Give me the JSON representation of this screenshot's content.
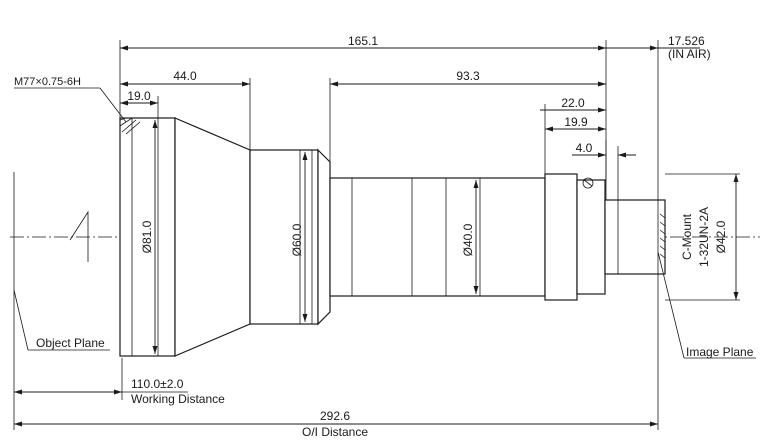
{
  "dimensions": {
    "overall_length": "165.1",
    "back_focal": "17.526",
    "back_focal_note": "(IN AIR)",
    "front_section_length": "44.0",
    "front_thread_depth": "19.0",
    "rear_section_length": "93.3",
    "rear_length_a": "22.0",
    "rear_length_b": "19.9",
    "mount_depth": "4.0",
    "front_diameter": "Ø81.0",
    "mid_diameter": "Ø60.0",
    "rear_diameter": "Ø40.0",
    "mount_diameter": "Ø42.0",
    "working_distance": "110.0±2.0",
    "oi_distance": "292.6"
  },
  "labels": {
    "thread": "M77×0.75-6H",
    "object_plane": "Object Plane",
    "image_plane": "Image Plane",
    "working_distance": "Working Distance",
    "oi_distance": "O/I Distance",
    "mount_line1": "C-Mount",
    "mount_line2": "1-32UN-2A"
  }
}
